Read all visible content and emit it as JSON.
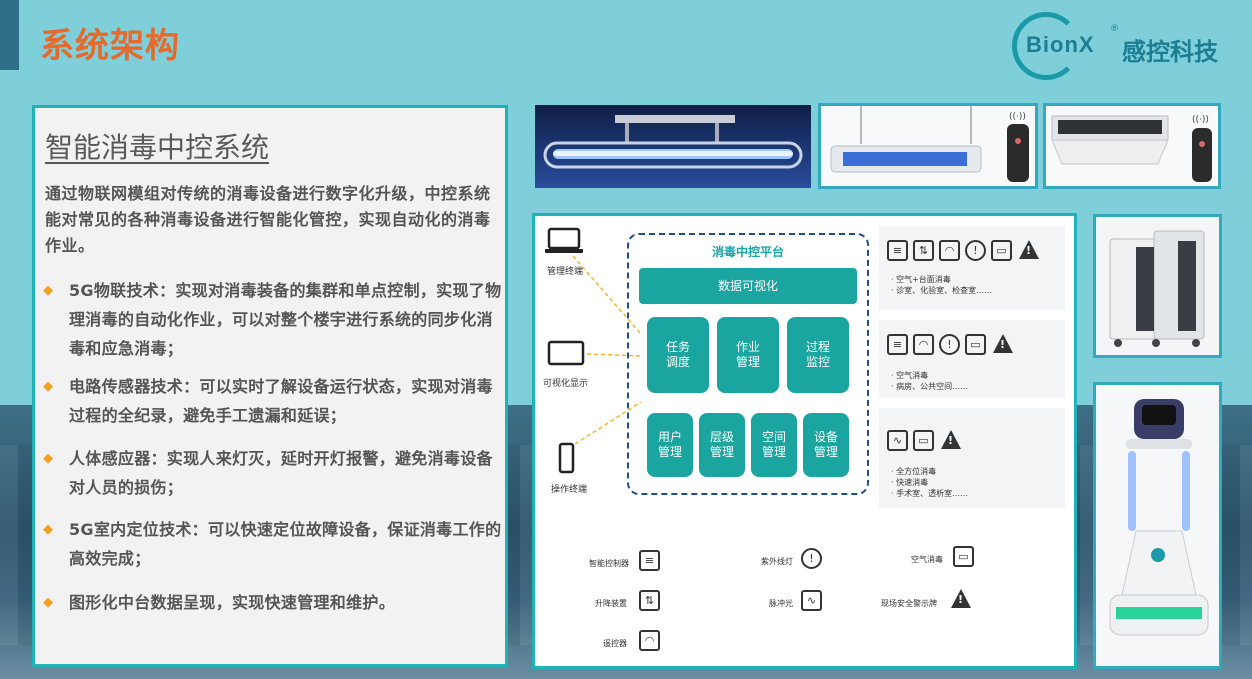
{
  "header": {
    "title": "系统架构",
    "logo_brand": "BionX",
    "logo_reg": "®",
    "logo_cn": "感控科技"
  },
  "left_panel": {
    "heading": "智能消毒中控系统",
    "intro": "通过物联网模组对传统的消毒设备进行数字化升级，中控系统能对常见的各种消毒设备进行智能化管控，实现自动化的消毒作业。",
    "bullets": [
      "5G物联技术：实现对消毒装备的集群和单点控制，实现了物理消毒的自动化作业，可以对整个楼宇进行系统的同步化消毒和应急消毒；",
      "电路传感器技术：可以实时了解设备运行状态，实现对消毒过程的全纪录，避免手工遗漏和延误；",
      "人体感应器：实现人来灯灭，延时开灯报警，避免消毒设备对人员的损伤；",
      "5G室内定位技术：可以快速定位故障设备，保证消毒工作的高效完成；",
      "图形化中台数据呈现，实现快速管理和维护。"
    ]
  },
  "diagram": {
    "platform_title": "消毒中控平台",
    "data_vis": "数据可视化",
    "modules_row1": [
      "任务\n调度",
      "作业\n管理",
      "过程\n监控"
    ],
    "modules_row2": [
      "用户\n管理",
      "层级\n管理",
      "空间\n管理",
      "设备\n管理"
    ],
    "terminals": [
      "管理终端",
      "可视化显示",
      "操作终端"
    ],
    "info_boxes": [
      {
        "lines": [
          "·  空气+台面消毒",
          "·  诊室、化验室、检查室……"
        ]
      },
      {
        "lines": [
          "·  空气消毒",
          "·  病房、公共空间……"
        ]
      },
      {
        "lines": [
          "·  全方位消毒",
          "·  快速消毒",
          "·  手术室、透析室……"
        ]
      }
    ],
    "legend": [
      {
        "label": "智能控制器",
        "icon": "controller-icon"
      },
      {
        "label": "紫外线灯",
        "icon": "uv-lamp-icon"
      },
      {
        "label": "空气消毒",
        "icon": "air-purifier-icon"
      },
      {
        "label": "升降装置",
        "icon": "lift-icon"
      },
      {
        "label": "脉冲光",
        "icon": "pulse-light-icon"
      },
      {
        "label": "现场安全警示牌",
        "icon": "warning-icon"
      },
      {
        "label": "遥控器",
        "icon": "remote-icon"
      }
    ]
  }
}
